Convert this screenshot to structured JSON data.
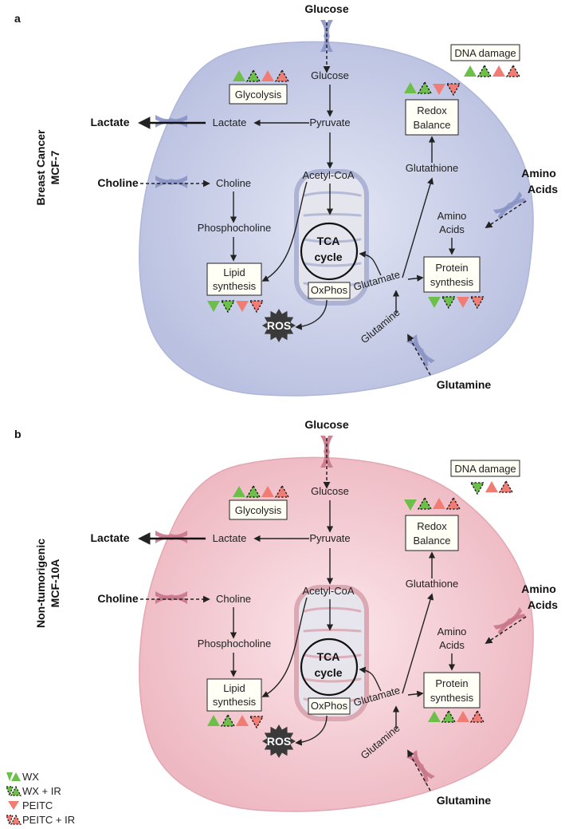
{
  "colors": {
    "cell_a": "#c9cfe9",
    "cell_a_edge": "#aeb6da",
    "channel_a": "#8a93c4",
    "mito_a": "#a9afd1",
    "cell_b": "#f3cbd2",
    "cell_b_edge": "#e3a7b2",
    "channel_b": "#c8758a",
    "mito_b": "#d9a3ae",
    "green": "#6cc04a",
    "red": "#f07c73",
    "ros": "#3a3a3a"
  },
  "panels": [
    {
      "letter": "a",
      "side_label_1": "Breast Cancer",
      "side_label_2": "MCF-7",
      "theme": "a",
      "glucose_ext": "Glucose",
      "lactate_ext": "Lactate",
      "choline_ext": "Choline",
      "amino_ext_1": "Amino",
      "amino_ext_2": "Acids",
      "glutamine_ext": "Glutamine",
      "glucose": "Glucose",
      "pyruvate": "Pyruvate",
      "lactate": "Lactate",
      "choline": "Choline",
      "phosphocholine": "Phosphocholine",
      "acetylcoa": "Acetyl-CoA",
      "tca_1": "TCA",
      "tca_2": "cycle",
      "oxphos": "OxPhos",
      "ros": "ROS",
      "glutathione": "Glutathione",
      "amino_1": "Amino",
      "amino_2": "Acids",
      "glutamate": "Glutamate",
      "glutamine": "Glutamine",
      "glycolysis": "Glycolysis",
      "lipid_1": "Lipid",
      "lipid_2": "synthesis",
      "redox_1": "Redox",
      "redox_2": "Balance",
      "protein_1": "Protein",
      "protein_2": "synthesis",
      "dna": "DNA damage",
      "markers": {
        "glycolysis": [
          "up-green",
          "up-green-dashed",
          "up-red",
          "up-red-dashed"
        ],
        "redox": [
          "up-green",
          "up-green-dashed",
          "down-red",
          "down-red-dashed"
        ],
        "dna": [
          "up-green",
          "up-green-dashed",
          "up-red",
          "up-red-dashed"
        ],
        "lipid": [
          "down-green",
          "down-green-dashed",
          "down-red",
          "down-red-dashed"
        ],
        "protein": [
          "down-green",
          "down-green-dashed",
          "down-red",
          "down-red-dashed"
        ]
      }
    },
    {
      "letter": "b",
      "side_label_1": "Non-tumorigenic",
      "side_label_2": "MCF-10A",
      "theme": "b",
      "glucose_ext": "Glucose",
      "lactate_ext": "Lactate",
      "choline_ext": "Choline",
      "amino_ext_1": "Amino",
      "amino_ext_2": "Acids",
      "glutamine_ext": "Glutamine",
      "glucose": "Glucose",
      "pyruvate": "Pyruvate",
      "lactate": "Lactate",
      "choline": "Choline",
      "phosphocholine": "Phosphocholine",
      "acetylcoa": "Acetyl-CoA",
      "tca_1": "TCA",
      "tca_2": "cycle",
      "oxphos": "OxPhos",
      "ros": "ROS",
      "glutathione": "Glutathione",
      "amino_1": "Amino",
      "amino_2": "Acids",
      "glutamate": "Glutamate",
      "glutamine": "Glutamine",
      "glycolysis": "Glycolysis",
      "lipid_1": "Lipid",
      "lipid_2": "synthesis",
      "redox_1": "Redox",
      "redox_2": "Balance",
      "protein_1": "Protein",
      "protein_2": "synthesis",
      "dna": "DNA damage",
      "markers": {
        "glycolysis": [
          "up-green",
          "up-green-dashed",
          "up-red",
          "up-red-dashed"
        ],
        "redox": [
          "down-green",
          "up-green-dashed",
          "up-red",
          "up-red-dashed"
        ],
        "dna": [
          "down-green-dashed",
          "up-red",
          "up-red-dashed"
        ],
        "lipid": [
          "up-green",
          "up-green-dashed",
          "up-red",
          "down-red-dashed"
        ],
        "protein": [
          "up-green",
          "up-green-dashed",
          "up-red",
          "up-red-dashed"
        ]
      }
    }
  ],
  "legend": [
    {
      "glyph": "updown-green",
      "label": "WX"
    },
    {
      "glyph": "updown-green-dashed",
      "label": "WX + IR"
    },
    {
      "glyph": "down-red",
      "label": "PEITC"
    },
    {
      "glyph": "updown-red-dashed",
      "label": "PEITC + IR"
    }
  ]
}
